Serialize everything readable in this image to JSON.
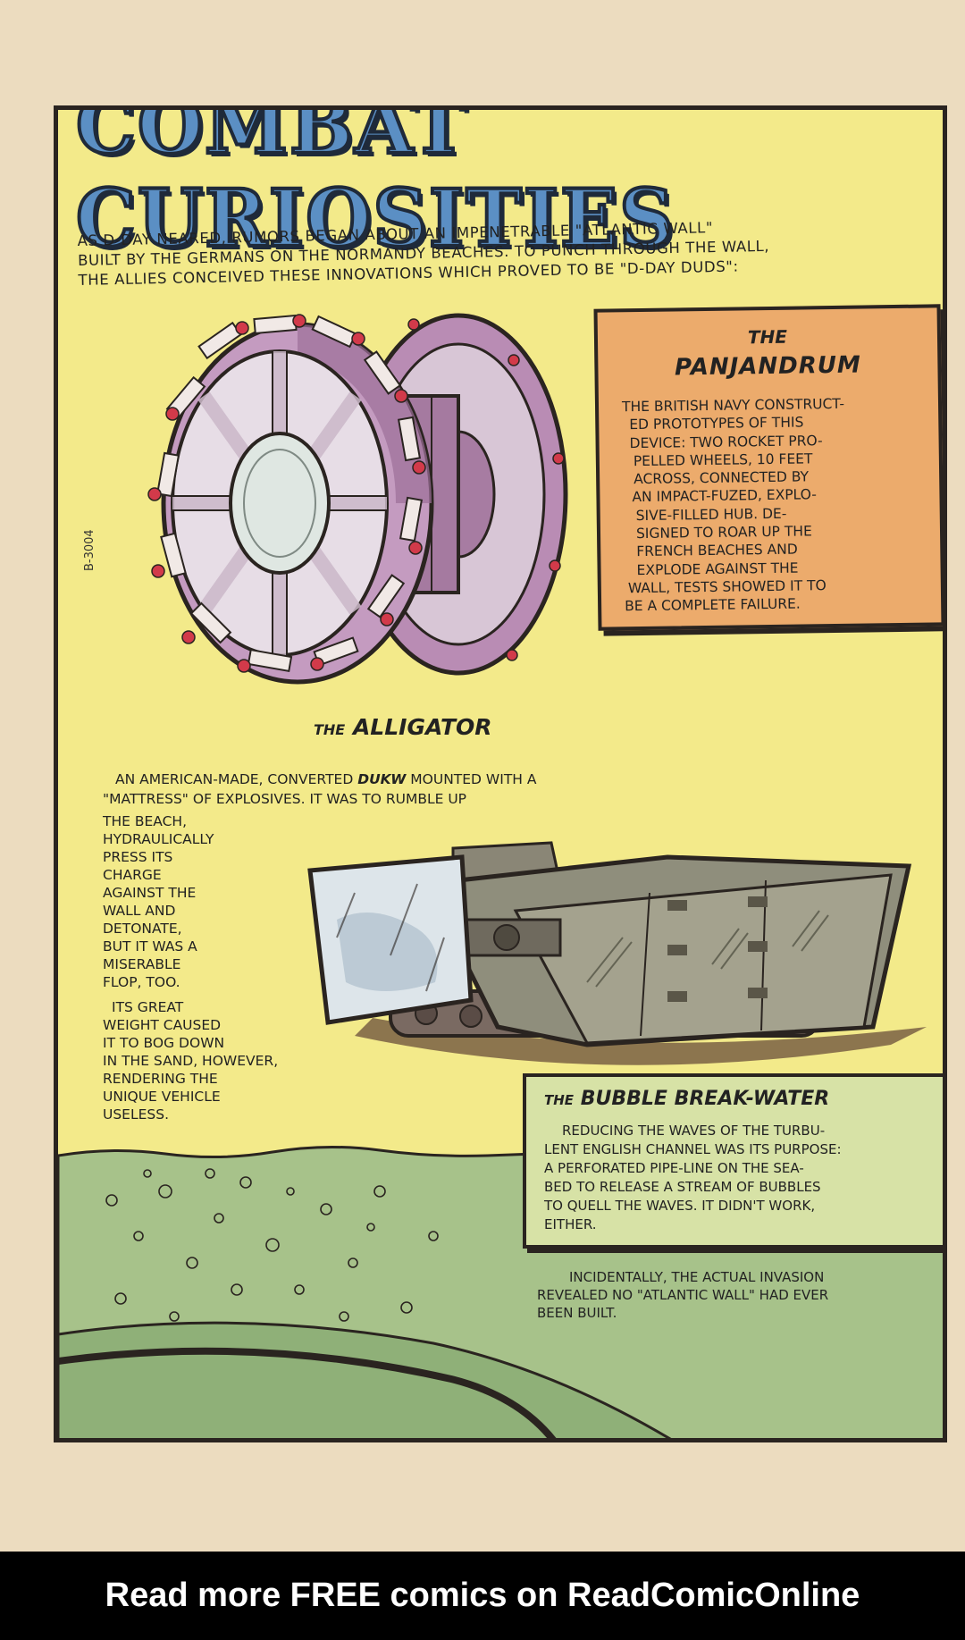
{
  "page": {
    "title": "COMBAT CURIOSITIES",
    "intro_lines": [
      "As D-Day neared, rumors began about an impenetrable \"Atlantic Wall\"",
      "built by the Germans on the Normandy beaches. To punch through the wall,",
      "the Allies conceived these innovations which proved to be \"D-Day duds\":"
    ],
    "art_label": "B-3004"
  },
  "panjandrum": {
    "the": "THE",
    "title": "PANJANDRUM",
    "body_lines": [
      "THE BRITISH NAVY CONSTRUCT-",
      "ED PROTOTYPES OF THIS",
      "DEVICE: TWO ROCKET PRO-",
      "PELLED WHEELS, 10 FEET",
      "ACROSS, CONNECTED BY",
      "AN IMPACT-FUZED, EXPLO-",
      "SIVE-FILLED HUB. DE-",
      "SIGNED TO ROAR UP THE",
      "FRENCH BEACHES AND",
      "EXPLODE AGAINST THE",
      "WALL, TESTS SHOWED IT TO",
      "BE A COMPLETE FAILURE."
    ]
  },
  "alligator": {
    "the": "THE",
    "title": "ALLIGATOR",
    "lead_line1_pre": "AN AMERICAN-MADE, CONVERTED ",
    "lead_line1_em": "DUKW",
    "lead_line1_post": " MOUNTED WITH A",
    "lead_line2": "\"MATTRESS\" OF EXPLOSIVES. IT WAS TO RUMBLE UP",
    "column_lines": [
      "THE BEACH,",
      "HYDRAULICALLY",
      "PRESS ITS",
      "CHARGE",
      "AGAINST THE",
      "WALL AND",
      "DETONATE,",
      "BUT IT WAS A",
      "MISERABLE",
      "FLOP, TOO."
    ],
    "column_lines_2": [
      "ITS GREAT",
      "WEIGHT CAUSED",
      "IT TO BOG DOWN",
      "IN THE SAND, HOWEVER,",
      "RENDERING THE",
      "UNIQUE VEHICLE",
      "USELESS."
    ]
  },
  "bubble": {
    "the": "THE",
    "title": "BUBBLE BREAK-WATER",
    "body_lines": [
      "REDUCING THE WAVES OF THE TURBU-",
      "LENT ENGLISH CHANNEL WAS ITS PURPOSE:",
      "A PERFORATED PIPE-LINE ON THE SEA-",
      "BED TO RELEASE A STREAM OF BUBBLES",
      "TO QUELL THE WAVES. IT DIDN'T WORK,",
      "EITHER."
    ]
  },
  "closing_lines": [
    "INCIDENTALLY, THE ACTUAL INVASION",
    "REVEALED NO \"ATLANTIC WALL\" HAD EVER",
    "BEEN BUILT."
  ],
  "footer": {
    "text": "Read more FREE comics on ReadComicOnline"
  },
  "colors": {
    "panel_bg": "#f3ea8a",
    "title_fill": "#5b8fc4",
    "panjandrum_box": "#ecab6c",
    "bubble_box": "#d7e2a6",
    "ink": "#2a2420"
  }
}
